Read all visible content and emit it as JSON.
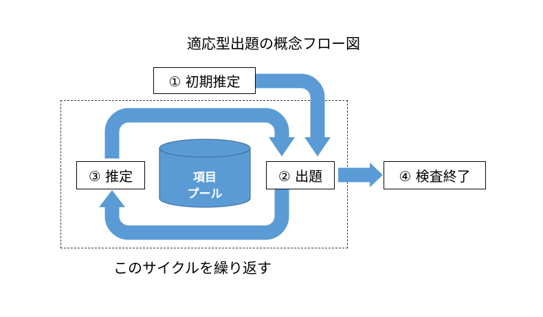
{
  "title": "適応型出題の概念フロー図",
  "nodes": {
    "initial_estimate": "① 初期推定",
    "question": "② 出題",
    "estimate": "③ 推定",
    "end": "④ 検査終了"
  },
  "pool": {
    "line1": "項目",
    "line2": "プール"
  },
  "loop_caption": "このサイクルを繰り返す",
  "colors": {
    "arrow": "#5b9bd5",
    "cylinder": "#5b9bd5"
  }
}
